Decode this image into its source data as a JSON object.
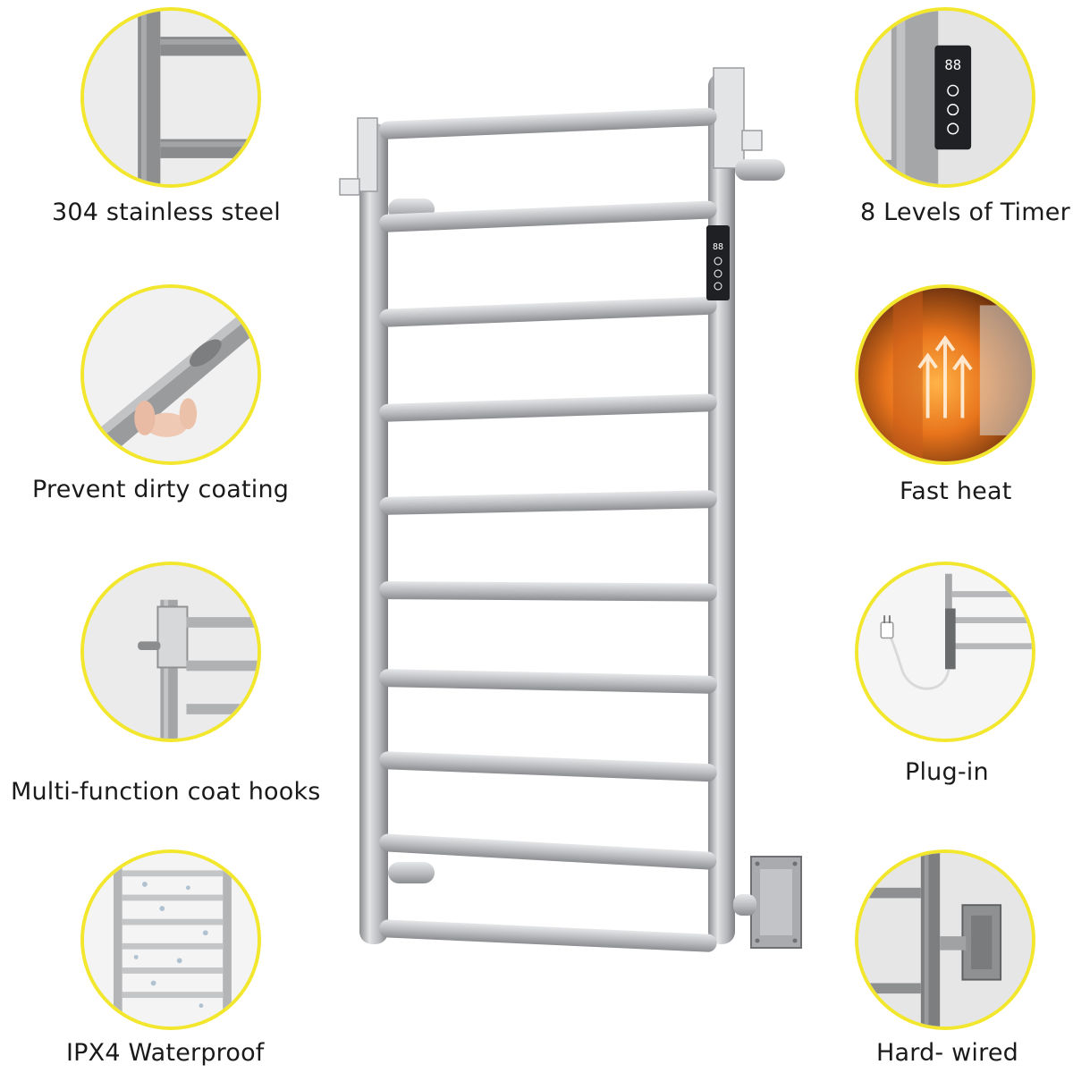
{
  "features_left": [
    {
      "caption": "304 stainless steel",
      "icon": "steel-rail-closeup"
    },
    {
      "caption": "Prevent dirty coating",
      "icon": "finger-wipe-rail"
    },
    {
      "caption": "Multi-function coat hooks",
      "icon": "coat-hook-bracket"
    },
    {
      "caption": "IPX4 Waterproof",
      "icon": "water-droplets-rack"
    }
  ],
  "features_right": [
    {
      "caption": "8 Levels of Timer",
      "icon": "timer-control-panel"
    },
    {
      "caption": "Fast heat",
      "icon": "heat-arrows-glow"
    },
    {
      "caption": "Plug-in",
      "icon": "power-plug-cord"
    },
    {
      "caption": "Hard- wired",
      "icon": "wall-mount-plate"
    }
  ],
  "colors": {
    "circle_border": "#f2e72c",
    "steel": "#b9bbbe",
    "heat": "#e8741c"
  },
  "control_panel": {
    "display": "88"
  }
}
